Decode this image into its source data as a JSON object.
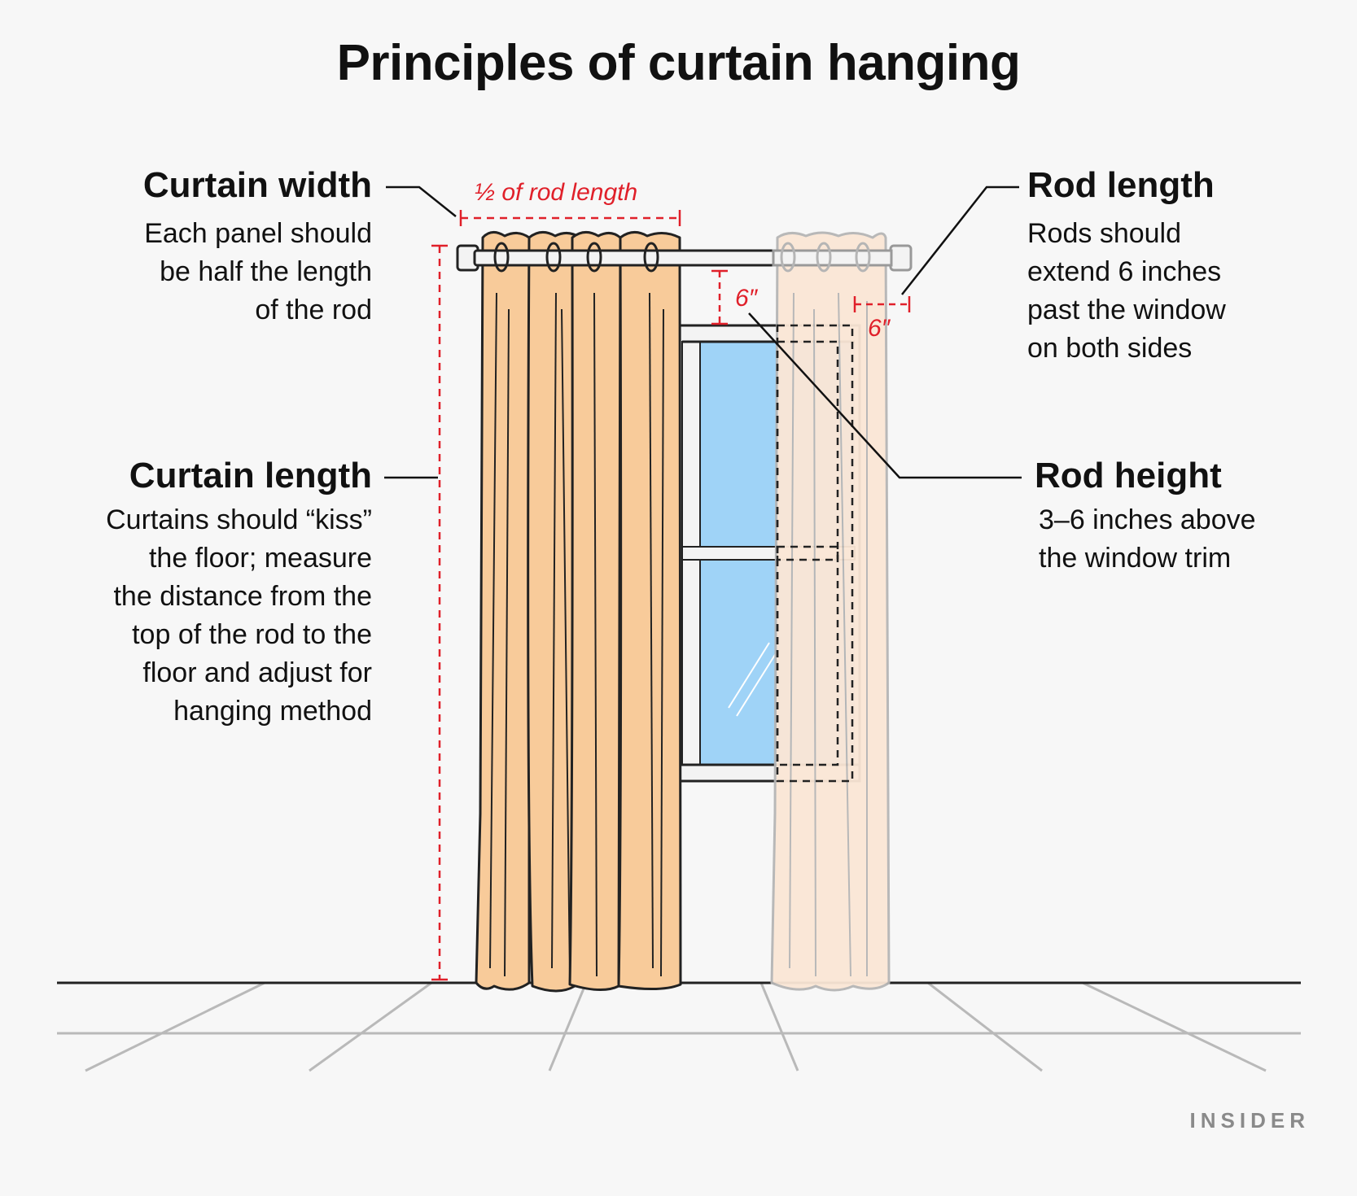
{
  "title": "Principles of curtain hanging",
  "curtain_width": {
    "heading": "Curtain width",
    "text": "Each panel should\nbe half the length\nof the rod"
  },
  "curtain_length": {
    "heading": "Curtain length",
    "text": "Curtains should “kiss”\nthe floor; measure\nthe distance from the\ntop of the rod to the\nfloor and adjust for\nhanging method"
  },
  "rod_length": {
    "heading": "Rod length",
    "text": "Rods should\nextend 6 inches\npast the window\non both sides"
  },
  "rod_height": {
    "heading": "Rod height",
    "text": "3–6 inches above\nthe window trim"
  },
  "measurements": {
    "half_rod": "½ of rod length",
    "rod_height_value": "6″",
    "rod_extension_value": "6″"
  },
  "brand": "INSIDER",
  "colors": {
    "background": "#f7f7f7",
    "curtain_front": "#f8cb9a",
    "curtain_back": "#fbe7d6",
    "glass": "#9fd3f7",
    "measure_red": "#e0202a"
  }
}
